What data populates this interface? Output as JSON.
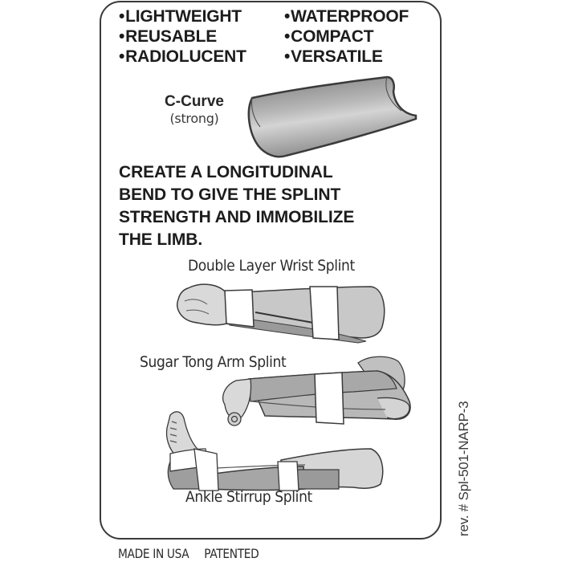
{
  "features": {
    "left": [
      "LIGHTWEIGHT",
      "REUSABLE",
      "RADIOLUCENT"
    ],
    "right": [
      "WATERPROOF",
      "COMPACT",
      "VERSATILE"
    ]
  },
  "ccurve": {
    "title": "C-Curve",
    "subtitle": "(strong)",
    "icon": "c-curve-splint-illustration"
  },
  "instructions": {
    "lines": [
      "CREATE A LONGITUDINAL",
      "BEND TO GIVE THE SPLINT",
      "STRENGTH AND IMMOBILIZE",
      "THE LIMB."
    ]
  },
  "splints": [
    {
      "caption": "Double Layer Wrist Splint",
      "icon": "wrist-splint-illustration"
    },
    {
      "caption": "Sugar Tong Arm Splint",
      "icon": "sugar-tong-arm-splint-illustration"
    },
    {
      "caption": "Ankle Stirrup Splint",
      "icon": "ankle-stirrup-splint-illustration"
    }
  ],
  "revision": "rev. # Spl-501-NARP-3",
  "footer": {
    "made_in": "MADE IN USA",
    "patent": "PATENTED"
  },
  "colors": {
    "border": "#3a3a3a",
    "text": "#1c1c1c",
    "splint_gray": "#a9a9a9",
    "strap_white": "#ffffff"
  }
}
